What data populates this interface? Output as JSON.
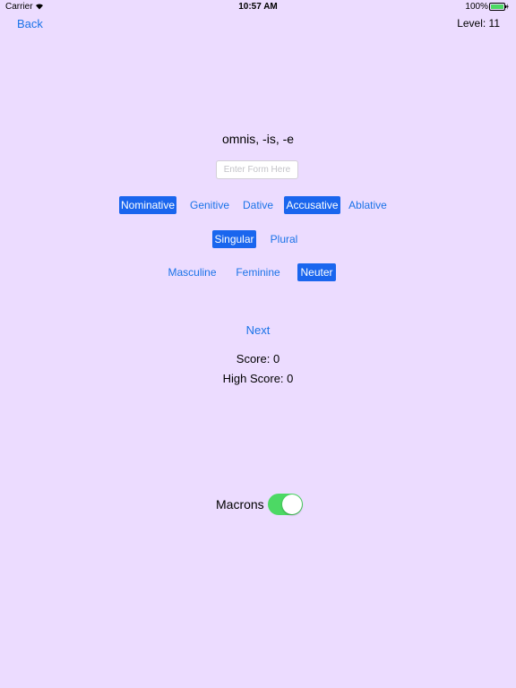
{
  "status_bar": {
    "carrier": "Carrier",
    "time": "10:57 AM",
    "battery": "100%"
  },
  "nav": {
    "back_label": "Back",
    "level": "Level: 11"
  },
  "quiz": {
    "word": "omnis, -is, -e",
    "input_placeholder": "Enter Form Here",
    "input_value": ""
  },
  "cases": [
    {
      "label": "Nominative",
      "selected": true
    },
    {
      "label": "Genitive",
      "selected": false
    },
    {
      "label": "Dative",
      "selected": false
    },
    {
      "label": "Accusative",
      "selected": true
    },
    {
      "label": "Ablative",
      "selected": false
    }
  ],
  "numbers": [
    {
      "label": "Singular",
      "selected": true
    },
    {
      "label": "Plural",
      "selected": false
    }
  ],
  "genders": [
    {
      "label": "Masculine",
      "selected": false
    },
    {
      "label": "Feminine",
      "selected": false
    },
    {
      "label": "Neuter",
      "selected": true
    }
  ],
  "next_label": "Next",
  "score": "Score: 0",
  "high_score": "High Score: 0",
  "macrons": {
    "label": "Macrons",
    "on": true
  },
  "colors": {
    "background": "#ecdcff",
    "accent": "#1a73e8",
    "selected_bg": "#1a66ee",
    "toggle_on": "#4cd964"
  }
}
